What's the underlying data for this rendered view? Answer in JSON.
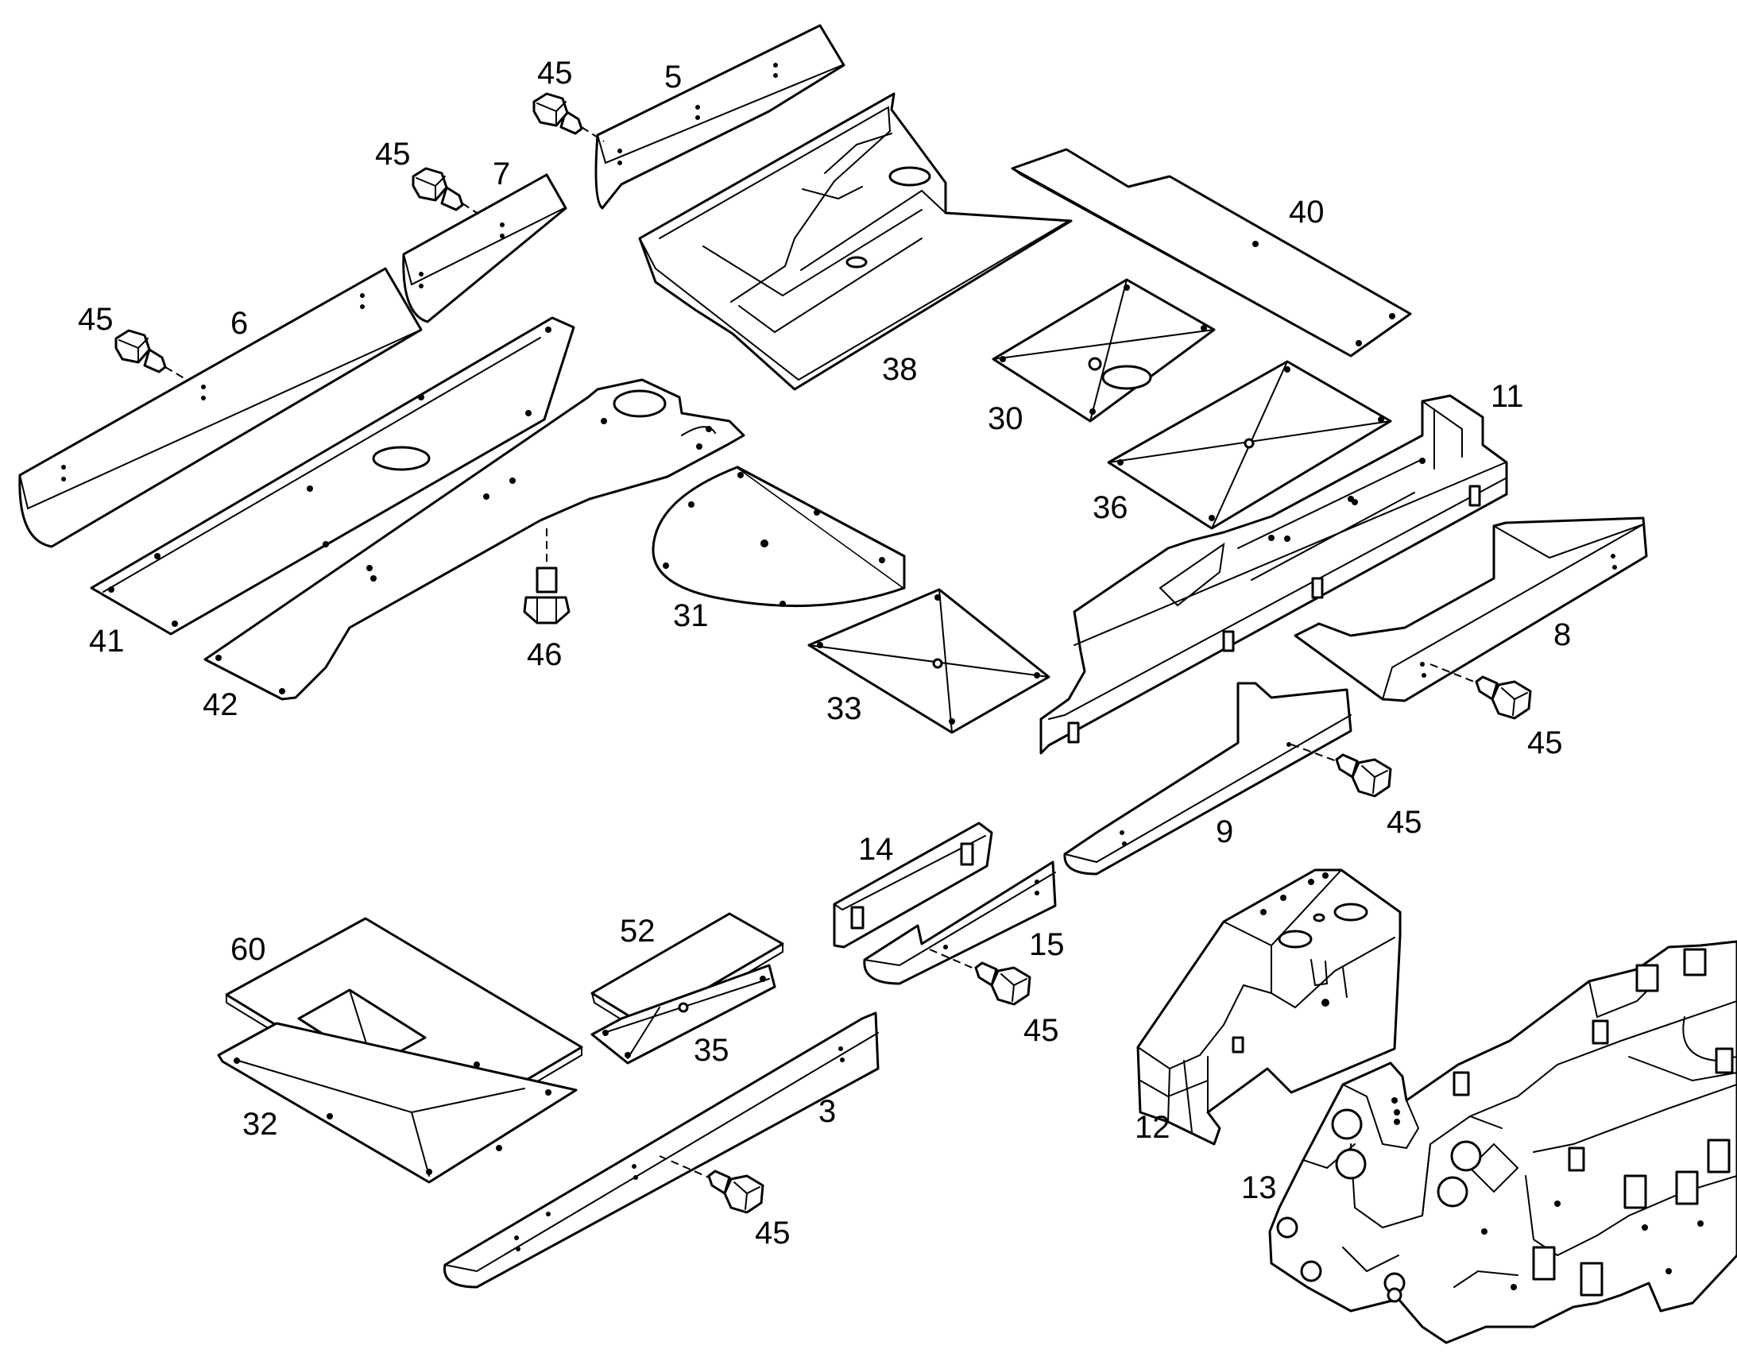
{
  "diagram": {
    "callouts": {
      "c45_a": "45",
      "c5": "5",
      "c45_b": "45",
      "c7": "7",
      "c40": "40",
      "c45_c": "45",
      "c6": "6",
      "c38": "38",
      "c30": "30",
      "c11": "11",
      "c36": "36",
      "c41": "41",
      "c46": "46",
      "c31": "31",
      "c8": "8",
      "c42": "42",
      "c33": "33",
      "c45_d": "45",
      "c45_e": "45",
      "c9": "9",
      "c14": "14",
      "c60": "60",
      "c52": "52",
      "c15": "15",
      "c35": "35",
      "c45_f": "45",
      "c32": "32",
      "c3": "3",
      "c12": "12",
      "c13": "13",
      "c45_g": "45"
    },
    "colors": {
      "line": "#000000",
      "background": "#ffffff"
    }
  }
}
